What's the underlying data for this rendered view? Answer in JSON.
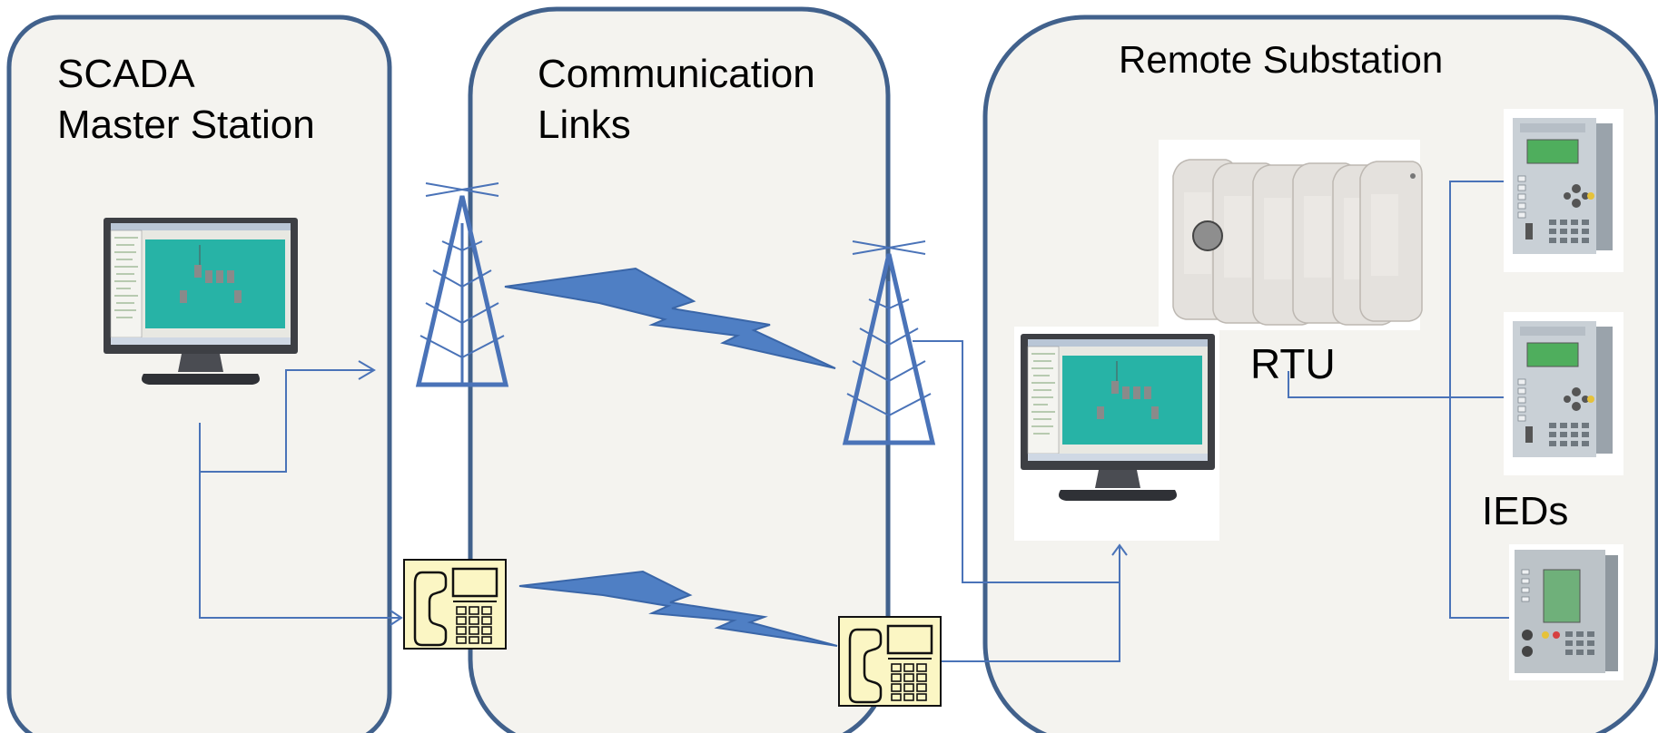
{
  "panels": {
    "master": {
      "line1": "SCADA",
      "line2": "Master Station"
    },
    "comm": {
      "line1": "Communication",
      "line2": "Links"
    },
    "remote": {
      "title": "Remote Substation"
    }
  },
  "labels": {
    "rtu": "RTU",
    "ieds": "IEDs"
  },
  "colors": {
    "panel_fill": "#f4f3ef",
    "panel_stroke": "#41618c",
    "link_line": "#4a73b8",
    "lightning": "#4f7fc4",
    "tower": "#4a73b8",
    "phone_fill": "#fbf6c4",
    "screen_teal": "#27b3a6"
  },
  "icons": [
    "computer-monitor-icon",
    "radio-tower-icon",
    "lightning-bolt-icon",
    "telephone-modem-icon",
    "rtu-device",
    "ied-relay-icon"
  ]
}
